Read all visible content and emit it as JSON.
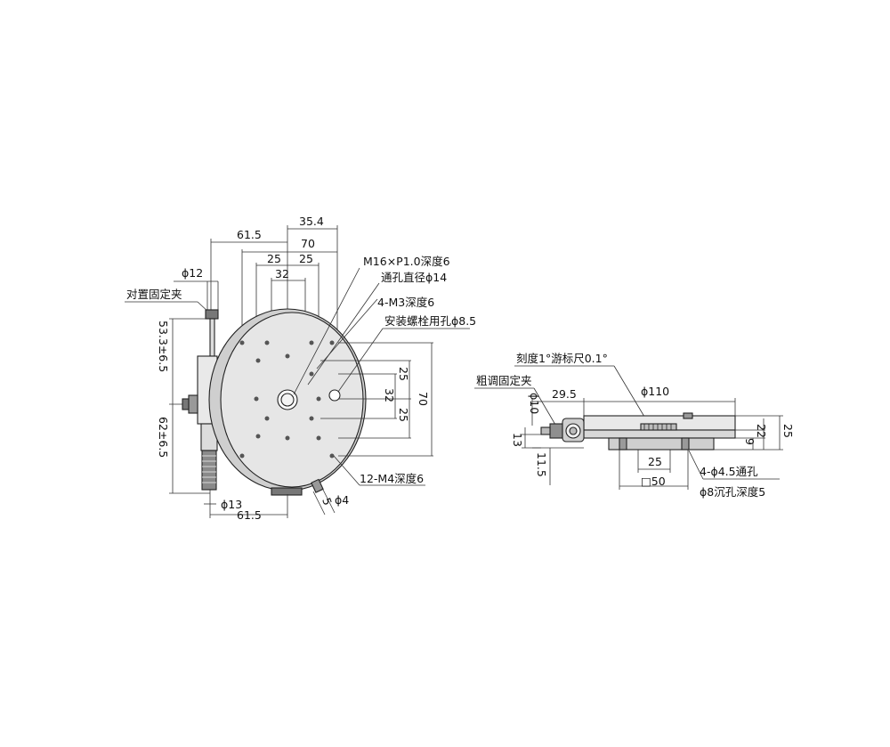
{
  "colors": {
    "line": "#222222",
    "plate": "#e4e4e4",
    "plate_dark": "#bdbdbd",
    "metal": "#9a9a9a",
    "background": "#ffffff"
  },
  "front_view": {
    "dim_61_5_top": "61.5",
    "dim_35_4": "35.4",
    "dim_70_top": "70",
    "dim_25_left": "25",
    "dim_25_right": "25",
    "dim_32_top": "32",
    "dim_phi12": "ϕ12",
    "label_clamp": "对置固定夹",
    "dim_53_3": "53.3±6.5",
    "dim_62": "62±6.5",
    "dim_phi13": "ϕ13",
    "dim_61_5_bottom": "61.5",
    "dim_25_r1": "25",
    "dim_32_r": "32",
    "dim_25_r2": "25",
    "dim_70_r": "70",
    "callout_m16": "M16×P1.0深度6",
    "callout_thru14": "通孔直径ϕ14",
    "callout_m3": "4-M3深度6",
    "callout_mount": "安装螺栓用孔ϕ8.5",
    "callout_m4": "12-M4深度6",
    "dim_phi4": "ϕ4",
    "dim_5": "5"
  },
  "side_view": {
    "label_scale": "刻度1°游标尺0.1°",
    "label_coarse": "粗调固定夹",
    "dim_29_5": "29.5",
    "dim_phi110": "ϕ110",
    "dim_phi10": "ϕ10",
    "dim_13": "13",
    "dim_11_5": "11.5",
    "dim_25": "25",
    "dim_50": "□50",
    "dim_9": "9",
    "dim_22": "22",
    "dim_25_right": "25",
    "callout_holes": "4-ϕ4.5通孔",
    "callout_counter": "ϕ8沉孔深度5"
  }
}
